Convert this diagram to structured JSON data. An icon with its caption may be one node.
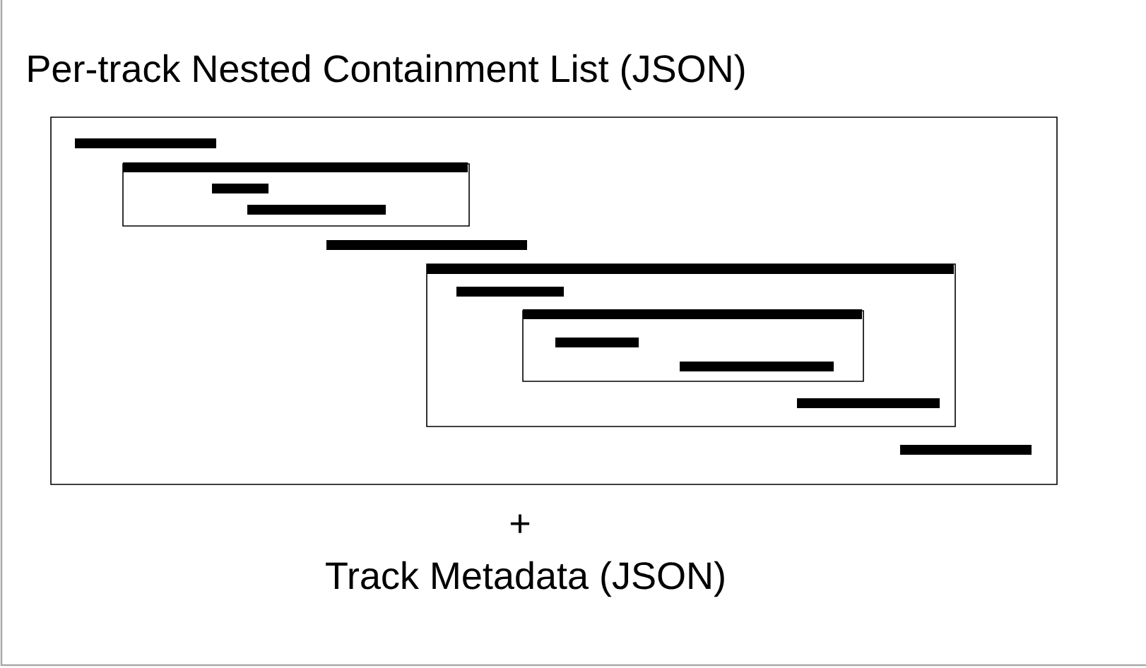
{
  "diagram": {
    "title": "Per-track Nested Containment List (JSON)",
    "nodes": [
      {
        "text": [],
        "shape": "box"
      },
      {
        "text": [],
        "shape": "bar",
        "in": 0
      },
      {
        "text": [],
        "shape": "box",
        "in": 0
      },
      {
        "text": [],
        "shape": "bar",
        "in": 2
      },
      {
        "text": [],
        "shape": "bar",
        "in": 2
      },
      {
        "text": [],
        "shape": "bar",
        "in": 2
      },
      {
        "text": [],
        "shape": "bar",
        "in": 0
      },
      {
        "text": [],
        "shape": "box",
        "in": 0
      },
      {
        "text": [],
        "shape": "bar",
        "in": 7
      },
      {
        "text": [],
        "shape": "bar",
        "in": 7
      },
      {
        "text": [],
        "shape": "box",
        "in": 7
      },
      {
        "text": [],
        "shape": "bar",
        "in": 10
      },
      {
        "text": [],
        "shape": "bar",
        "in": 10
      },
      {
        "text": [],
        "shape": "bar",
        "in": 10
      },
      {
        "text": [],
        "shape": "bar",
        "in": 7
      },
      {
        "text": [],
        "shape": "bar",
        "in": 0
      }
    ],
    "labels": [
      "+",
      "Track Metadata (JSON)"
    ]
  }
}
